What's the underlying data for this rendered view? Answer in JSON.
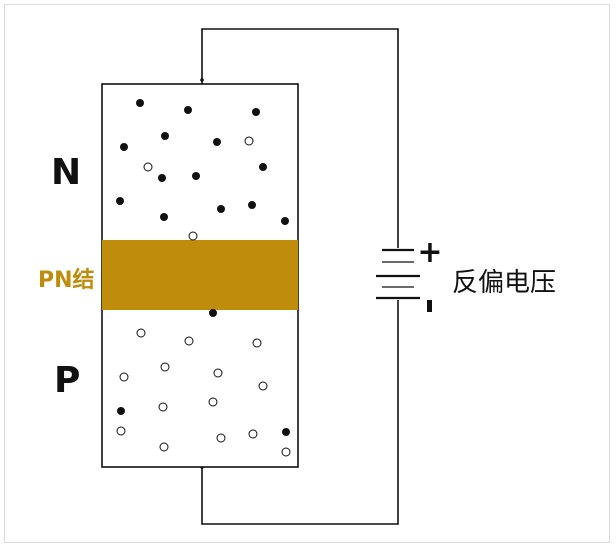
{
  "labels": {
    "n_region": "N",
    "p_region": "P",
    "junction": "PN结",
    "bias": "反偏电压",
    "plus": "+",
    "minus": "-"
  },
  "colors": {
    "junction": "#bf8c0b",
    "line": "#111111",
    "frame": "#dcdcdc"
  }
}
